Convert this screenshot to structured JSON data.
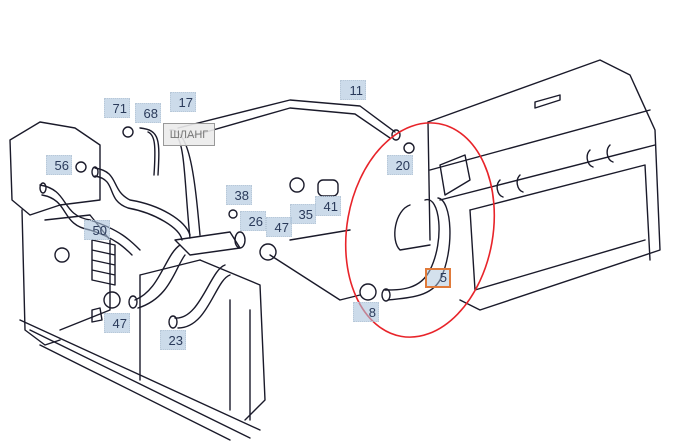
{
  "tooltip": "ШЛАНГ",
  "selected_part": "5",
  "highlight_color": "#e8242a",
  "selected_border_color": "#e07a3a",
  "labels": [
    "71",
    "68",
    "17",
    "11",
    "56",
    "20",
    "38",
    "26",
    "47",
    "35",
    "41",
    "50",
    "5",
    "8",
    "47",
    "23"
  ]
}
